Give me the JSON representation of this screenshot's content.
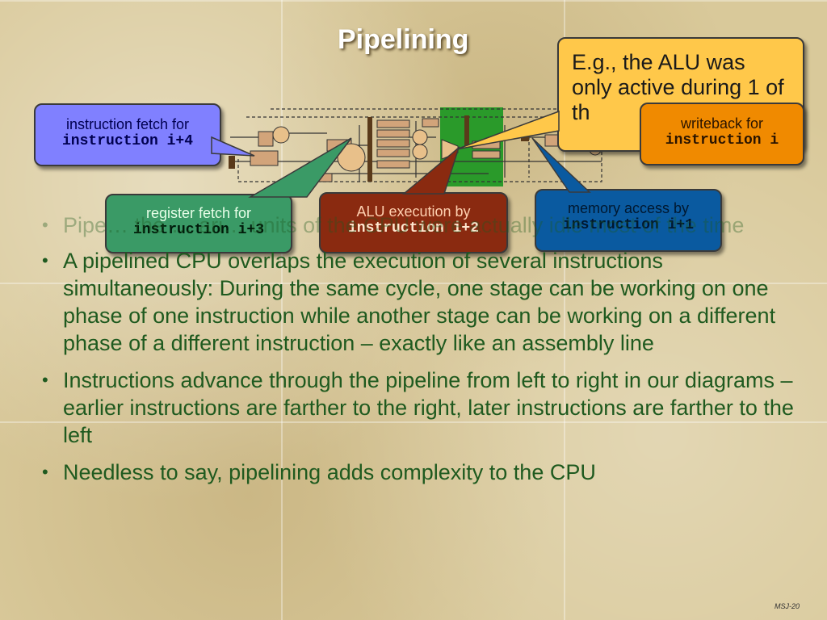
{
  "slide": {
    "title": "Pipelining",
    "footer": "MSJ-20"
  },
  "callouts": {
    "fetch": {
      "line1": "instruction fetch for",
      "line2": "instruction i+4",
      "color": "#8080ff"
    },
    "register": {
      "line1": "register fetch for",
      "line2": "instruction i+3",
      "color": "#3a9a66"
    },
    "alu": {
      "line1": "ALU execution by",
      "line2": "instruction i+2",
      "color": "#8a2a10"
    },
    "memory": {
      "line1": "memory access by",
      "line2": "instruction i+1",
      "color": "#0a5aa0"
    },
    "writeback": {
      "line1": "writeback for",
      "line2": "instruction i",
      "color": "#f08a00"
    },
    "eg": {
      "text": "E.g., the ALU was only active during 1 of th",
      "color": "#ffc84a"
    }
  },
  "bullets": [
    {
      "text": "Pipe… the … ari… units of the CPU were actually idle most of the time"
    },
    {
      "text": "A pipelined CPU overlaps the execution of several instructions simultaneously:  During the same cycle, one stage can be working on one phase of one instruction while another stage can be working on a different phase of a different instruction – exactly like an assembly line"
    },
    {
      "text": "Instructions advance through the pipeline from left to right in our diagrams – earlier instructions are farther to the right, later instructions are farther to the left"
    },
    {
      "text": "Needless to say, pipelining adds complexity to the CPU"
    }
  ],
  "colors": {
    "bullet_text": "#1f5a1f",
    "alu_highlight": "#2a9a2a",
    "background": "#d9c99a"
  }
}
